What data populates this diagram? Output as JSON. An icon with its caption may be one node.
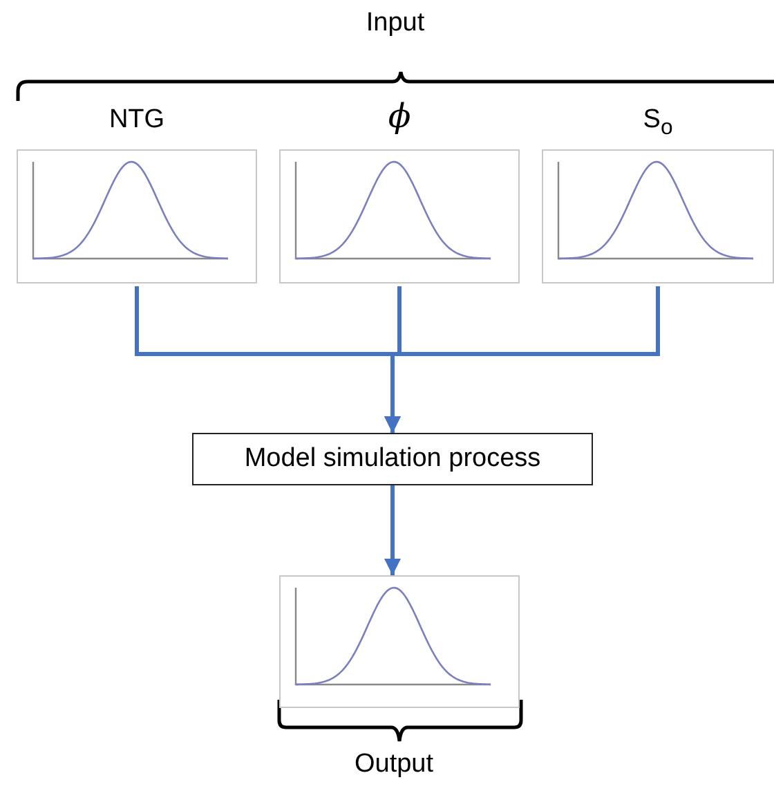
{
  "diagram": {
    "nodes": [
      {
        "text": [
          "NTG"
        ]
      },
      {
        "text": [
          "ϕ"
        ]
      },
      {
        "text": [
          "S$_{o}$"
        ]
      },
      {
        "text": [
          "Model simulation process"
        ]
      },
      {
        "text": [],
        "shape": "picture"
      }
    ],
    "edges": [
      {
        "from": 0,
        "to": 3,
        "arrow": "to"
      },
      {
        "from": 1,
        "to": 3,
        "arrow": "to"
      },
      {
        "from": 2,
        "to": 3,
        "arrow": "to"
      },
      {
        "from": 3,
        "to": 4,
        "arrow": "to"
      }
    ],
    "labels": [
      "Input",
      "Output"
    ]
  }
}
